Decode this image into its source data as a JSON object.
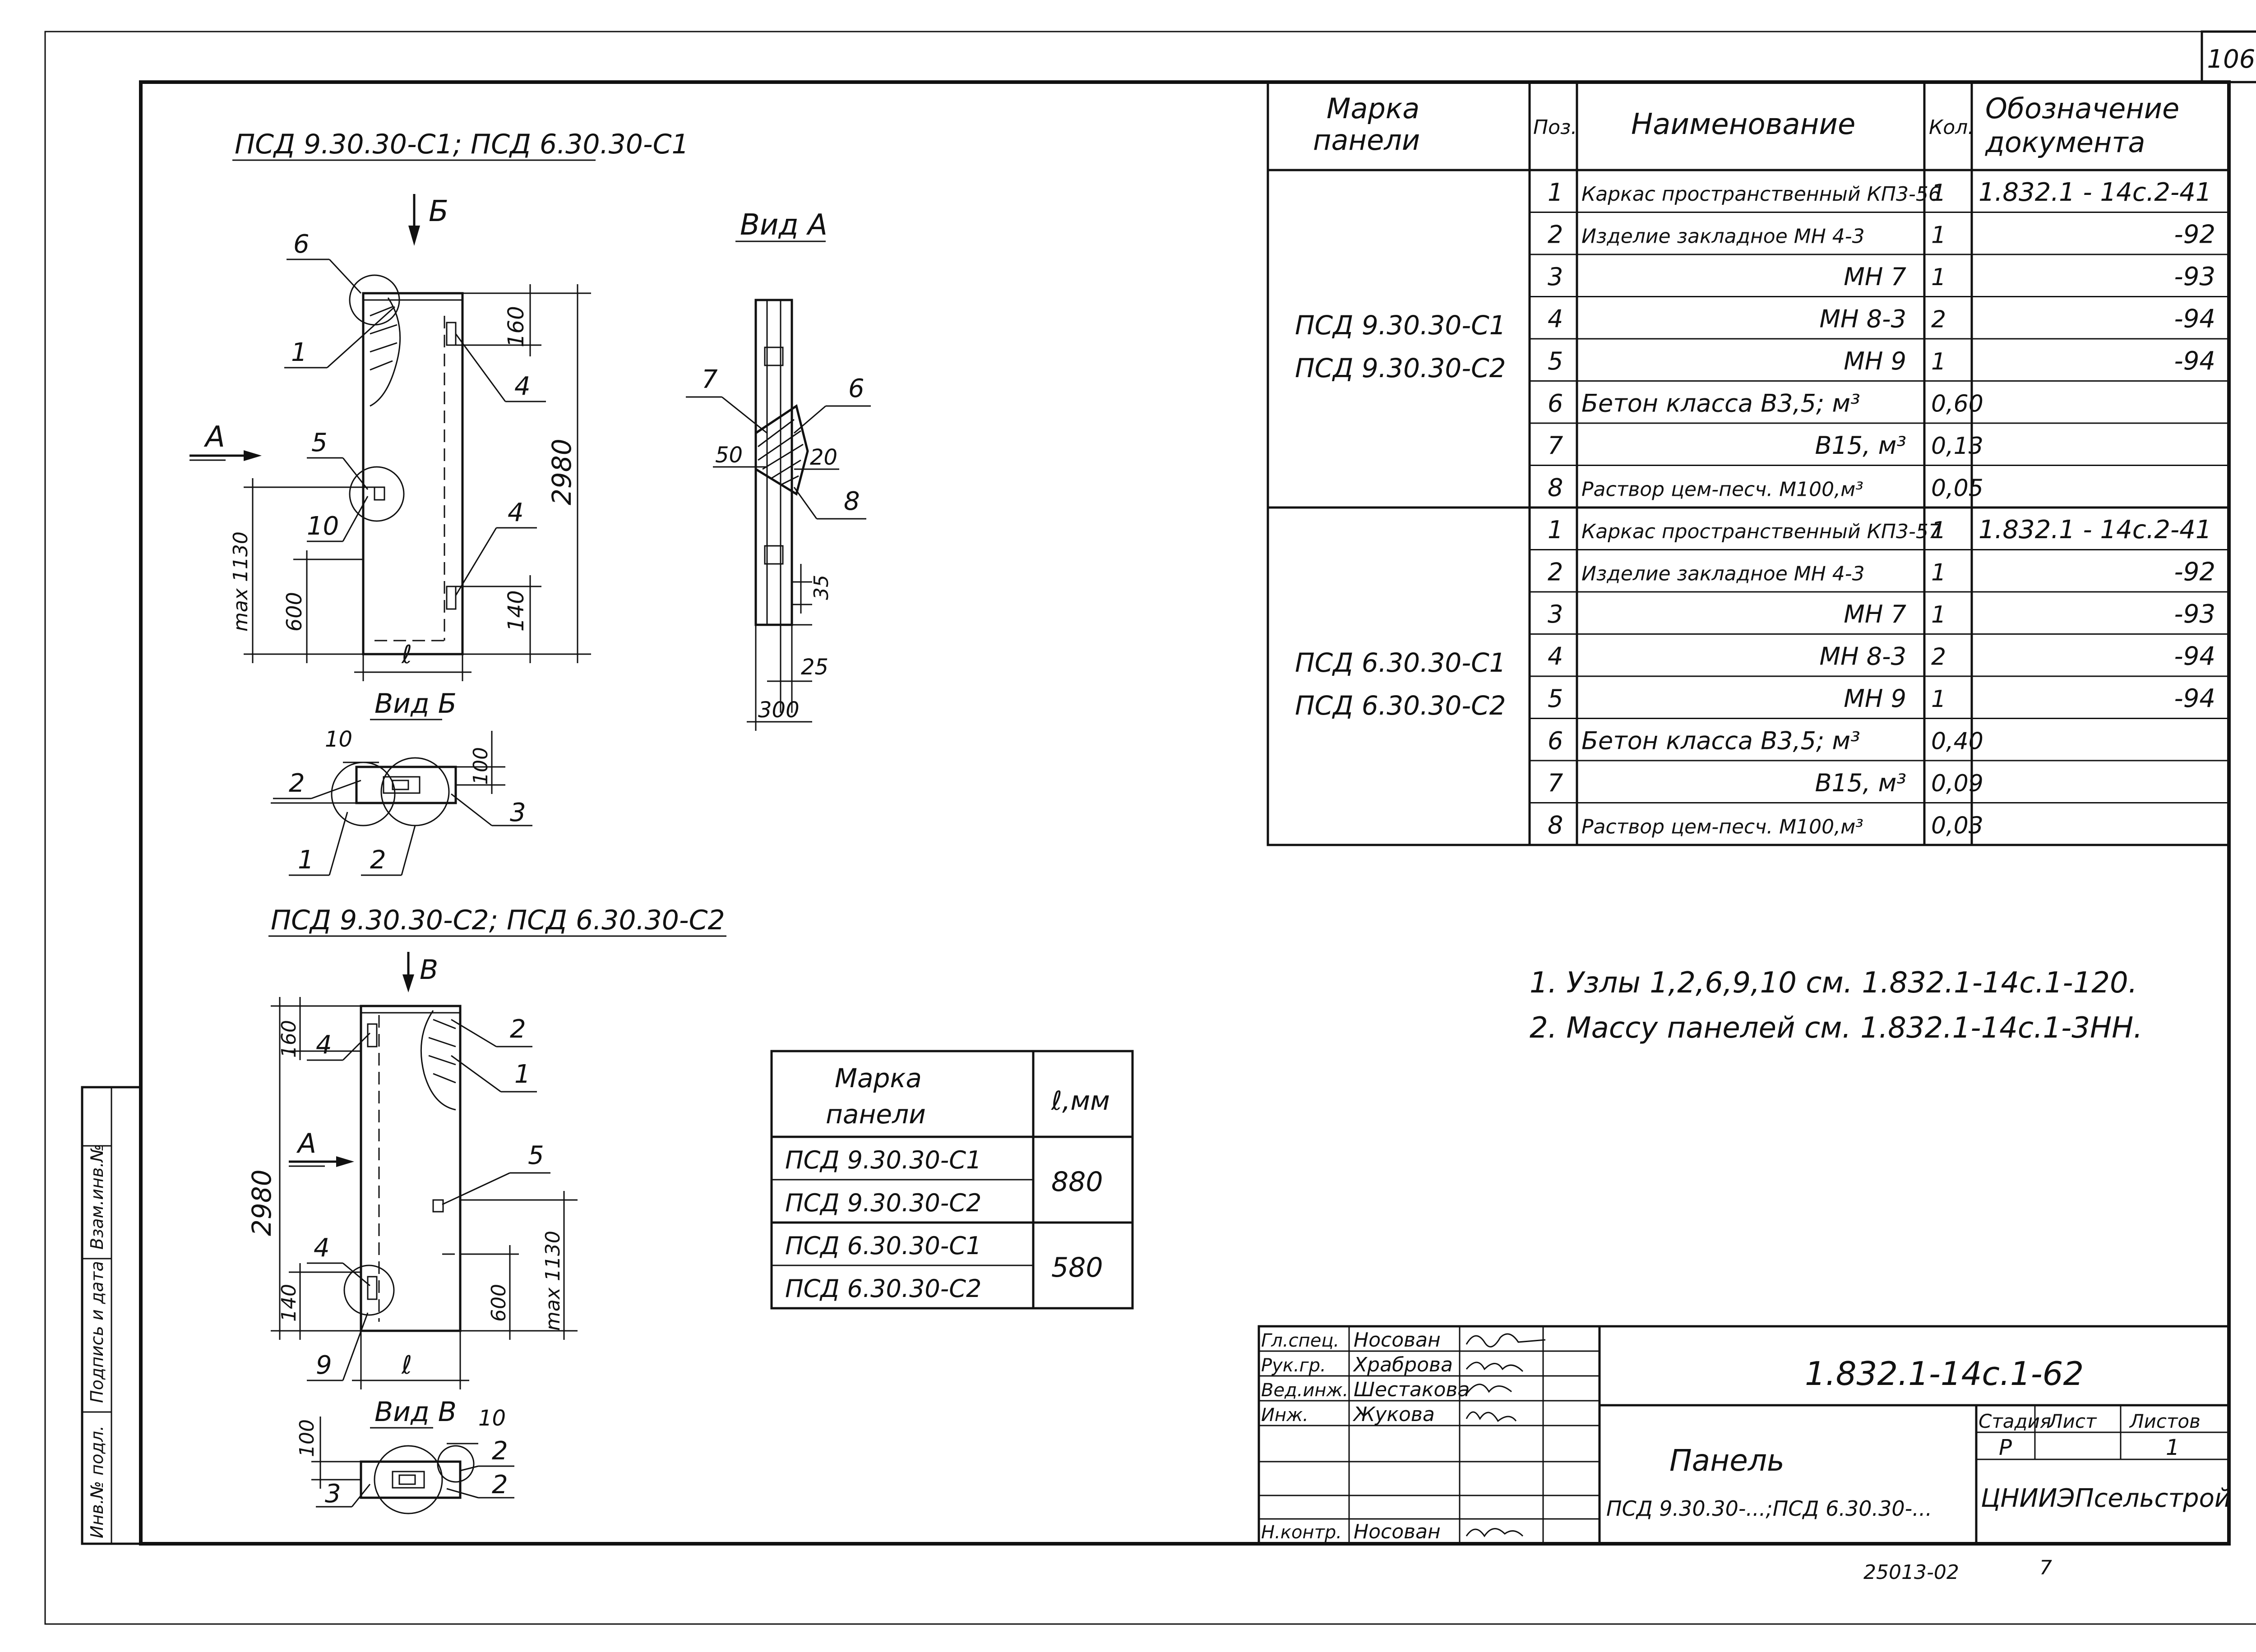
{
  "page_number": "106",
  "top_view_title": "ПСД 9.30.30-С1; ПСД 6.30.30-С1",
  "bottom_view_title": "ПСД 9.30.30-С2; ПСД 6.30.30-С2",
  "view_labels": {
    "vid_a": "Вид А",
    "vid_b": "Вид Б",
    "vid_v": "Вид В",
    "arrow_a": "А",
    "arrow_b": "Б",
    "arrow_v": "В"
  },
  "dimensions": {
    "h2980": "2980",
    "d160": "160",
    "d140": "140",
    "d600": "600",
    "max1130": "max 1130",
    "l": "ℓ",
    "d100": "100",
    "d10": "10",
    "d50": "50",
    "d20": "20",
    "d35": "35",
    "d25": "25",
    "d300": "300"
  },
  "callouts": [
    "1",
    "2",
    "3",
    "4",
    "5",
    "6",
    "7",
    "8",
    "9",
    "10"
  ],
  "spec_table": {
    "headers": {
      "mark": "Марка панели",
      "pos": "Поз.",
      "name": "Наименование",
      "qty": "Кол.",
      "doc": "Обозначение документа"
    },
    "groups": [
      {
        "marks": [
          "ПСД 9.30.30-С1",
          "ПСД 9.30.30-С2"
        ],
        "rows": [
          {
            "pos": "1",
            "name": "Каркас пространственный КП3-56",
            "qty": "1",
            "doc": "1.832.1 - 14с.2-41"
          },
          {
            "pos": "2",
            "name": "Изделие закладное МН 4-3",
            "qty": "1",
            "doc": "-92"
          },
          {
            "pos": "3",
            "name": "МН 7",
            "qty": "1",
            "doc": "-93"
          },
          {
            "pos": "4",
            "name": "МН 8-3",
            "qty": "2",
            "doc": "-94"
          },
          {
            "pos": "5",
            "name": "МН 9",
            "qty": "1",
            "doc": "-94"
          },
          {
            "pos": "6",
            "name": "Бетон класса В3,5; м³",
            "qty": "0,60",
            "doc": ""
          },
          {
            "pos": "7",
            "name": "В15, м³",
            "qty": "0,13",
            "doc": ""
          },
          {
            "pos": "8",
            "name": "Раствор цем-песч. М100,м³",
            "qty": "0,05",
            "doc": ""
          }
        ]
      },
      {
        "marks": [
          "ПСД 6.30.30-С1",
          "ПСД 6.30.30-С2"
        ],
        "rows": [
          {
            "pos": "1",
            "name": "Каркас пространственный КП3-57",
            "qty": "1",
            "doc": "1.832.1 - 14с.2-41"
          },
          {
            "pos": "2",
            "name": "Изделие закладное МН 4-3",
            "qty": "1",
            "doc": "-92"
          },
          {
            "pos": "3",
            "name": "МН 7",
            "qty": "1",
            "doc": "-93"
          },
          {
            "pos": "4",
            "name": "МН 8-3",
            "qty": "2",
            "doc": "-94"
          },
          {
            "pos": "5",
            "name": "МН 9",
            "qty": "1",
            "doc": "-94"
          },
          {
            "pos": "6",
            "name": "Бетон класса В3,5; м³",
            "qty": "0,40",
            "doc": ""
          },
          {
            "pos": "7",
            "name": "В15, м³",
            "qty": "0,09",
            "doc": ""
          },
          {
            "pos": "8",
            "name": "Раствор цем-песч. М100,м³",
            "qty": "0,03",
            "doc": ""
          }
        ]
      }
    ]
  },
  "notes": [
    "1. Узлы 1,2,6,9,10 см. 1.832.1-14с.1-120.",
    "2. Массу панелей см. 1.832.1-14с.1-3НН."
  ],
  "length_table": {
    "header_mark": "Марка панели",
    "header_l": "ℓ,мм",
    "rows": [
      {
        "mark": "ПСД 9.30.30-С1"
      },
      {
        "mark": "ПСД 9.30.30-С2"
      },
      {
        "mark": "ПСД 6.30.30-С1"
      },
      {
        "mark": "ПСД 6.30.30-С2"
      }
    ],
    "values": [
      "880",
      "580"
    ]
  },
  "title_block": {
    "roles": [
      "Гл.спец.",
      "Рук.гр.",
      "Вед.инж.",
      "Инж.",
      "",
      "",
      "Н.контр."
    ],
    "names": [
      "Носован",
      "Храброва",
      "Шестакова",
      "Жукова",
      "",
      "",
      "Носован"
    ],
    "code": "1.832.1-14с.1-62",
    "stage_header": "Стадия",
    "sheet_header": "Лист",
    "sheets_header": "Листов",
    "stage": "Р",
    "sheets": "1",
    "doc_name": "Панель",
    "doc_marks": "ПСД 9.30.30-...;ПСД 6.30.30-...",
    "org": "ЦНИИЭПсельстрой"
  },
  "side_stamp": [
    "Инв.№ подл.",
    "Подпись и дата",
    "Взам.инв.№"
  ],
  "footer": {
    "order_number": "25013-02",
    "page": "7"
  }
}
